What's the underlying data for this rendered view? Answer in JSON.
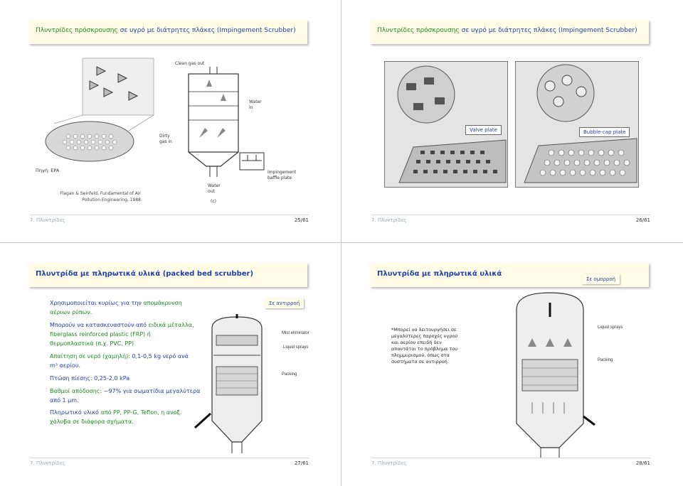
{
  "slides": [
    {
      "title_a": "Πλυντρίδες πρόσκρουσης",
      "title_b": " σε υγρό με διάτρητες πλάκες (Impingement Scrubber)",
      "labels": {
        "clean_gas_out": "Clean gas out",
        "water_in": "Water\nin",
        "dirty_gas_in": "Dirty\ngas in",
        "water_out": "Water\nout",
        "impingement_baffle": "Impingement\nbaffle plate",
        "c": "(c)"
      },
      "source": "Πηγή: EPA",
      "reference_line1": "Flagan & Seinfeld, Fundamental of Air",
      "reference_line2": "Pollution Engineering, 1988",
      "footer_left": "7. Πλυντρίδες",
      "footer_right": "25/61"
    },
    {
      "title_a": "Πλυντρίδες πρόσκρουσης",
      "title_b": " σε υγρό με διάτρητες πλάκες (Impingement Scrubber)",
      "labels": {
        "valve_plate": "Valve plate",
        "bubble_cap_plate": "Bubble-cap plate"
      },
      "footer_left": "7. Πλυντρίδες",
      "footer_right": "26/61"
    },
    {
      "title": "Πλυντρίδα με πληρωτικά υλικά (packed bed scrubber)",
      "badge": "Σε αντιρροή",
      "bullets": {
        "p1_a": "Χρησιμοποιείται κυρίως για την ",
        "p1_b": "απομάκρυνση",
        "p1_c": "αέριων ρύπων.",
        "p2_a": "Μπορούν να κατασκευαστούν από ",
        "p2_b": "ειδικά μέταλλα,",
        "p2_c": "fiberglass reinforced plastic (FRP) ή",
        "p2_d": "θερμοπλαστικά (π.χ. PVC, PP)",
        "p3_a": "Απαίτηση σε νερό (χαμηλή): ",
        "p3_b": "0,1-0,5  kg νερό ανά",
        "p3_c": "m³ αερίου.",
        "p4_a": "Πτώση πίεσης: ",
        "p4_b": "0,25-2,0 kPa",
        "p5_a": "Βαθμοί απόδοσης: ",
        "p5_b": "~97% για σωματίδια μεγαλύτερα",
        "p5_c": "από 1 μm.",
        "p6_a": "Πληρωτικό υλικό ",
        "p6_b": "από PP, PP-G, Teflon, η ανοξ.",
        "p6_c": "χάλυβα σε διάφορα σχήματα."
      },
      "labels": {
        "mist_eliminator": "Mist eliminator",
        "liquid_sprays": "Liquid sprays",
        "packing": "Packing"
      },
      "footer_left": "7. Πλυντρίδες",
      "footer_right": "27/61"
    },
    {
      "title": "Πλυντρίδα με πληρωτικά υλικά",
      "badge": "Σε ομορροή",
      "note_line1": "*Μπορεί να λειτουργήσει σε",
      "note_line2": "μεγαλύτερες παροχές υγρού",
      "note_line3": "και αερίου επειδή δεν",
      "note_line4": "απαντάται το πρόβλημα του",
      "note_line5": "πλημμυρισμού, όπως στα",
      "note_line6": "συστήματα σε αντιρροή.",
      "labels": {
        "liquid_sprays": "Liquid sprays",
        "packing": "Packing"
      },
      "footer_left": "7. Πλυντρίδες",
      "footer_right": "28/61"
    }
  ]
}
